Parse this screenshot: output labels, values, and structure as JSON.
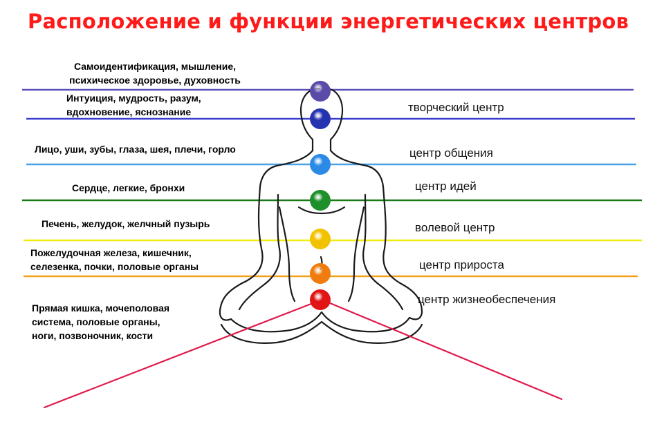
{
  "title": "Расположение и функции энергетических центров",
  "chakras": [
    {
      "organs": [
        "Самоидентификация, мышление,",
        "психическое здоровье, духовность"
      ],
      "center": "",
      "color": "#5b4aa8",
      "line": "#5a4fb8"
    },
    {
      "organs": [
        "Интуиция, мудрость, разум,",
        "вдохновение, яснознание"
      ],
      "center": "творческий центр",
      "color": "#2433b0",
      "line": "#3b3fd0"
    },
    {
      "organs": [
        "Лицо, уши, зубы, глаза, шея, плечи, горло"
      ],
      "center": "центр общения",
      "color": "#2a8ae6",
      "line": "#4aa3e8"
    },
    {
      "organs": [
        "Сердце, легкие, бронхи"
      ],
      "center": "центр идей",
      "color": "#1e8f2a",
      "line": "#1a7a1a"
    },
    {
      "organs": [
        "Печень, желудок, желчный пузырь"
      ],
      "center": "волевой центр",
      "color": "#f2c200",
      "line": "#f0ec10"
    },
    {
      "organs": [
        "Пожелудочная железа, кишечник,",
        "селезенка, почки, половые органы"
      ],
      "center": "центр прироста",
      "color": "#f07c10",
      "line": "#f2a21a"
    },
    {
      "organs": [
        "Прямая кишка, мочеполовая",
        "система, половые органы,",
        "ноги, позвоночник, кости"
      ],
      "center": "центр жизнеобеспечения",
      "color": "#e11515",
      "line": ""
    }
  ],
  "colors": {
    "title": "#ff1a1a",
    "rays": "#e0184a",
    "outline": "#1a1a1a"
  }
}
